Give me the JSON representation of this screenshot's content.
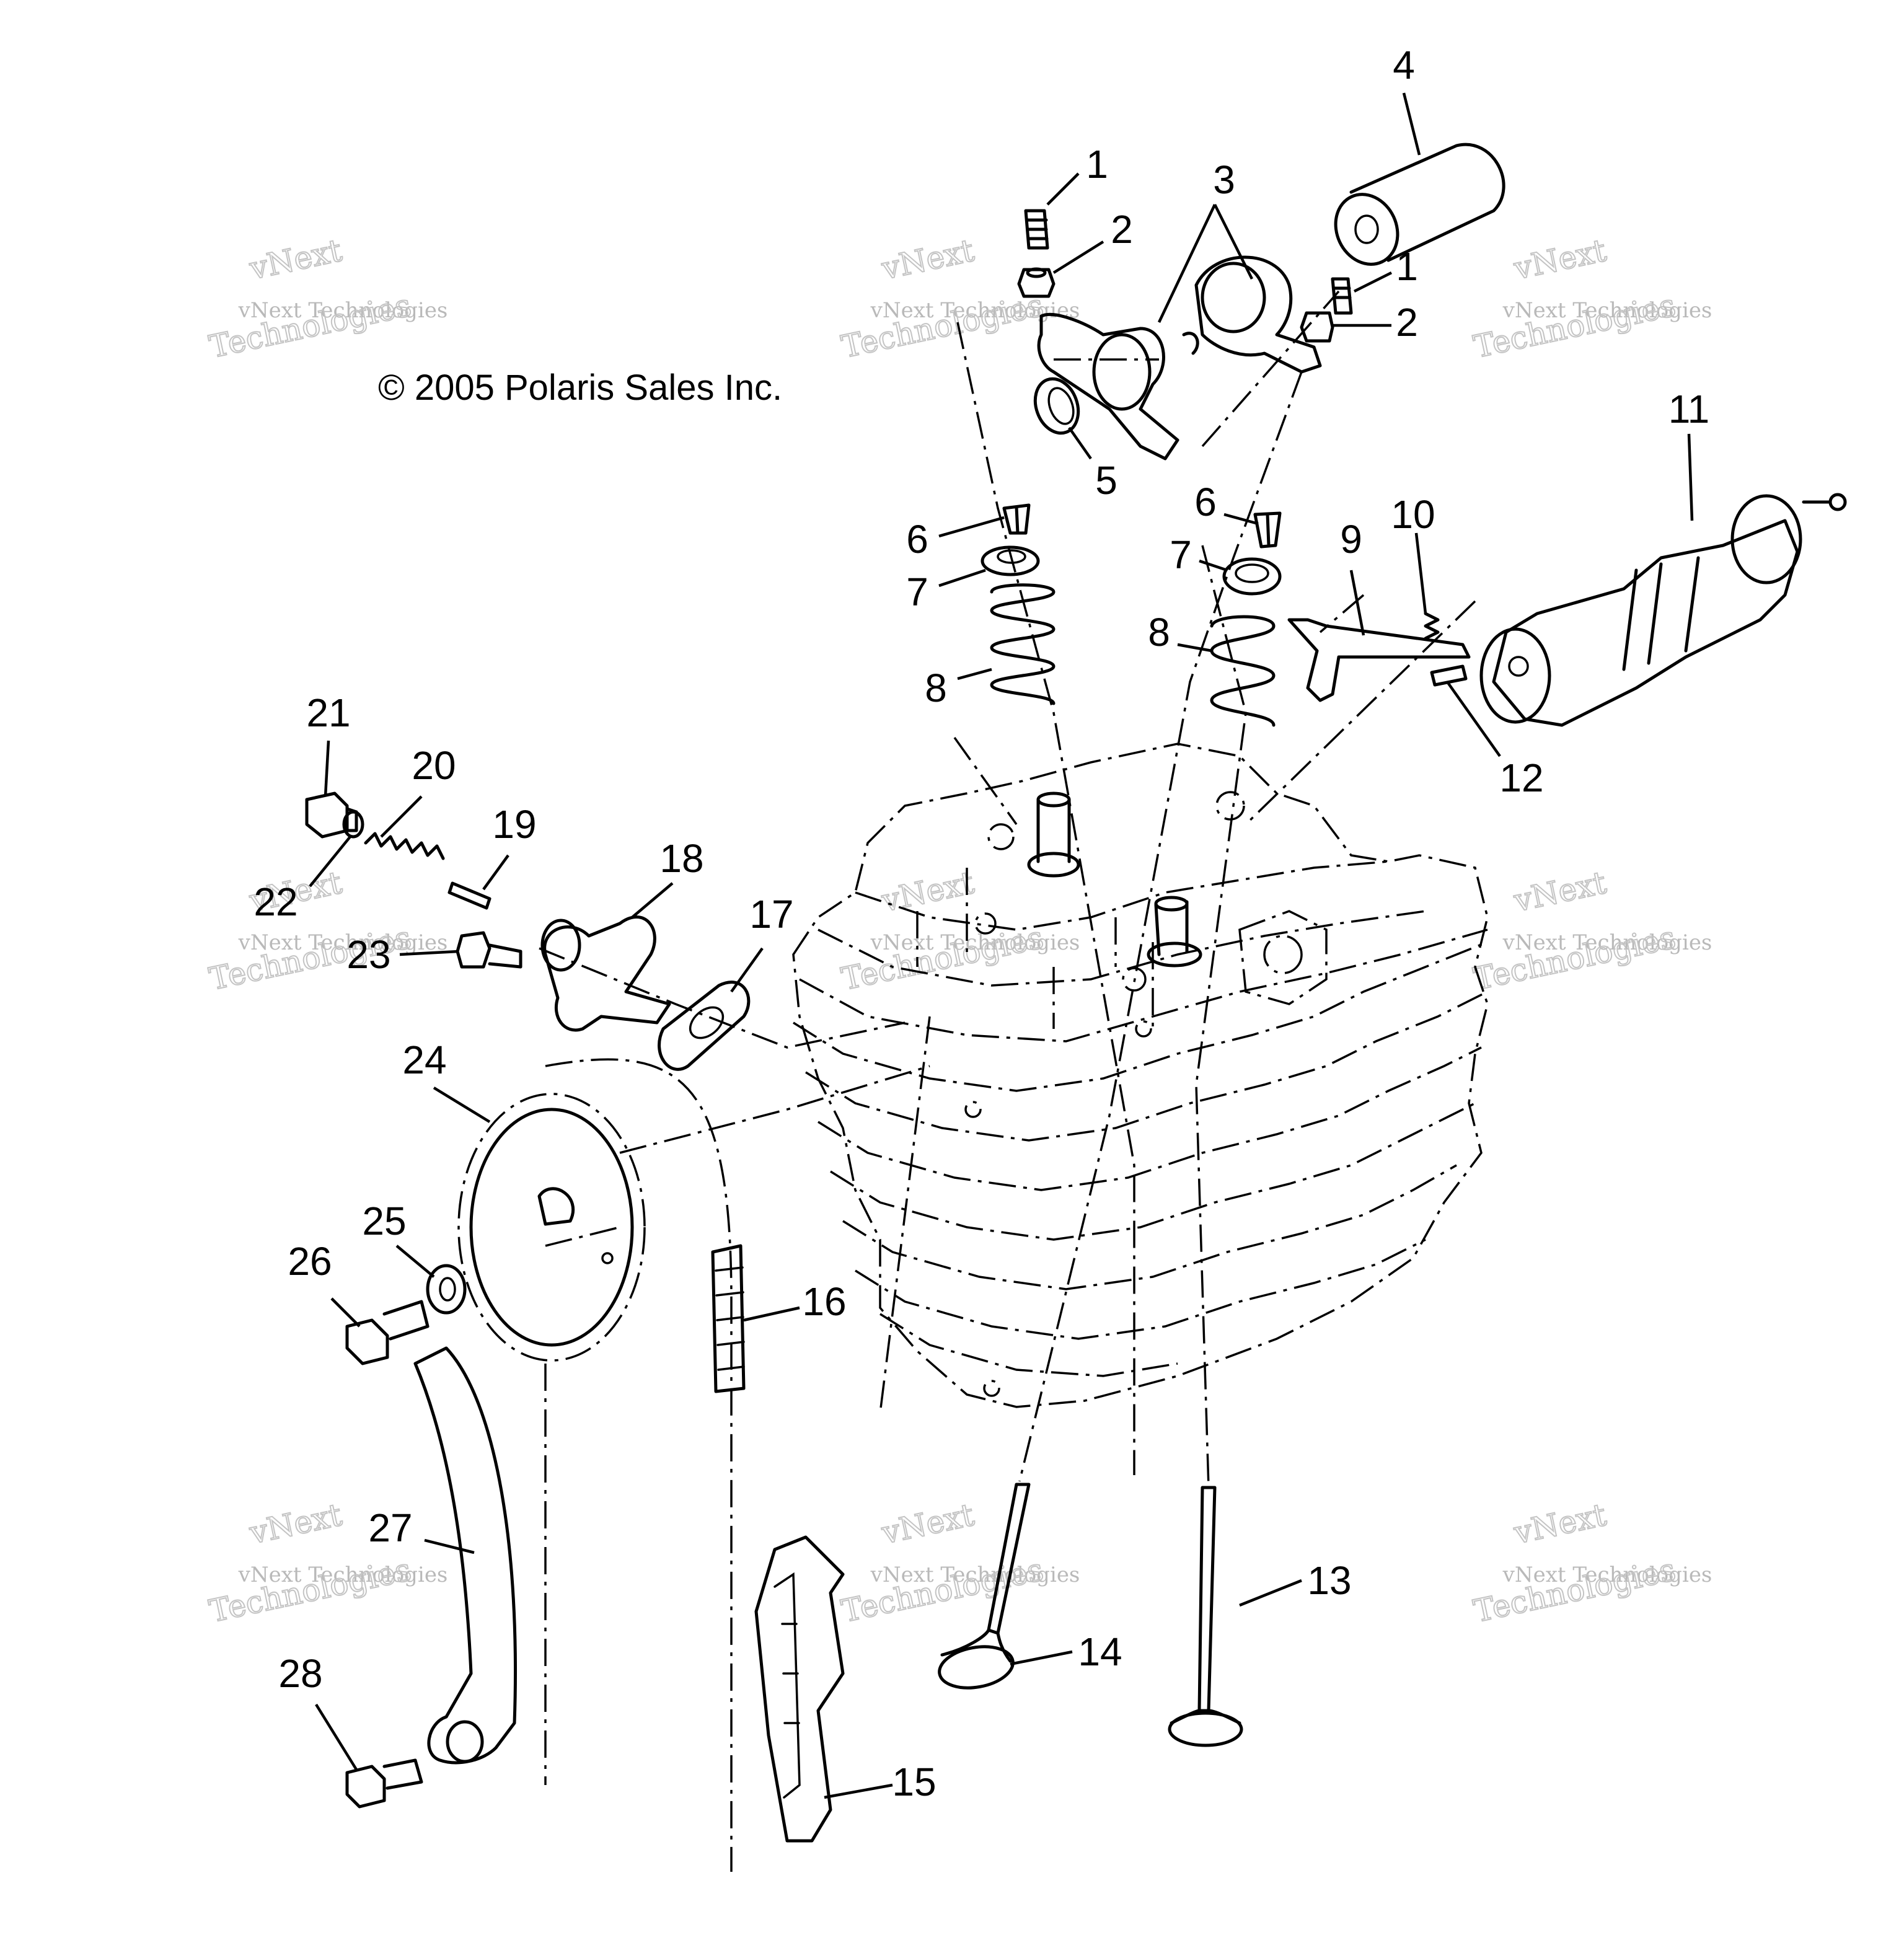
{
  "copyright": "© 2005 Polaris Sales Inc.",
  "watermark": {
    "line_small": "vNext Technologies",
    "line_big_1": "vNext",
    "line_big_2": "Technologies"
  },
  "callouts": [
    {
      "num": "1"
    },
    {
      "num": "2"
    },
    {
      "num": "3"
    },
    {
      "num": "4"
    },
    {
      "num": "1"
    },
    {
      "num": "2"
    },
    {
      "num": "5"
    },
    {
      "num": "6"
    },
    {
      "num": "7"
    },
    {
      "num": "8"
    },
    {
      "num": "6"
    },
    {
      "num": "7"
    },
    {
      "num": "8"
    },
    {
      "num": "9"
    },
    {
      "num": "10"
    },
    {
      "num": "11"
    },
    {
      "num": "12"
    },
    {
      "num": "21"
    },
    {
      "num": "20"
    },
    {
      "num": "19"
    },
    {
      "num": "18"
    },
    {
      "num": "22"
    },
    {
      "num": "23"
    },
    {
      "num": "17"
    },
    {
      "num": "24"
    },
    {
      "num": "25"
    },
    {
      "num": "26"
    },
    {
      "num": "16"
    },
    {
      "num": "27"
    },
    {
      "num": "13"
    },
    {
      "num": "14"
    },
    {
      "num": "15"
    },
    {
      "num": "28"
    }
  ]
}
